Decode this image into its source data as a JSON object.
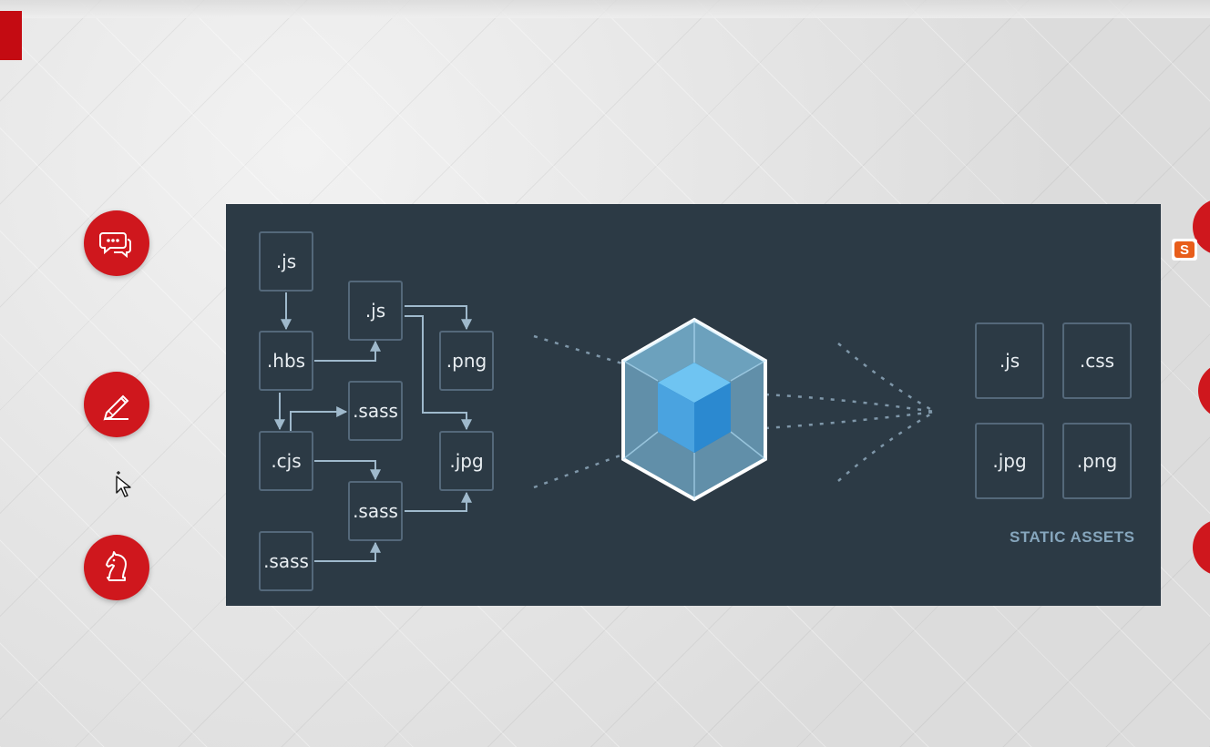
{
  "diagram": {
    "modules": [
      {
        "id": "m1",
        "label": ".js"
      },
      {
        "id": "m2",
        "label": ".js"
      },
      {
        "id": "m3",
        "label": ".hbs"
      },
      {
        "id": "m4",
        "label": ".png"
      },
      {
        "id": "m5",
        "label": ".sass"
      },
      {
        "id": "m6",
        "label": ".cjs"
      },
      {
        "id": "m7",
        "label": ".jpg"
      },
      {
        "id": "m8",
        "label": ".sass"
      },
      {
        "id": "m9",
        "label": ".sass"
      }
    ],
    "outputs": [
      {
        "id": "o1",
        "label": ".js"
      },
      {
        "id": "o2",
        "label": ".css"
      },
      {
        "id": "o3",
        "label": ".jpg"
      },
      {
        "id": "o4",
        "label": ".png"
      }
    ],
    "static_assets_label": "STATIC ASSETS"
  },
  "sidebar": {
    "buttons": [
      {
        "icon": "chat-bubbles-icon"
      },
      {
        "icon": "pencil-icon"
      },
      {
        "icon": "chess-knight-icon"
      }
    ]
  },
  "colors": {
    "panel_bg": "#2c3a45",
    "box_border": "#54687a",
    "arrow": "#9fb9cc",
    "cube_light": "#8ed6fb",
    "cube_dark": "#1c78c0",
    "accent_red": "#cf171d"
  }
}
